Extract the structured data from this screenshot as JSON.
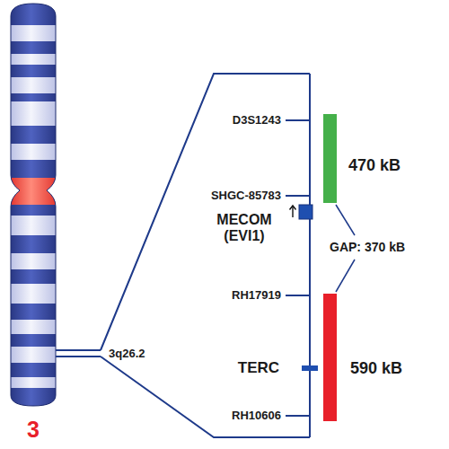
{
  "diagram": {
    "labels": [
      "3",
      "3q26.2",
      "D3S1243",
      "SHGC-85783",
      "MECOM (EVI1)",
      "RH17919",
      "TERC",
      "RH10606",
      "470 kB",
      "GAP: 370 kB",
      "590 kB"
    ]
  }
}
